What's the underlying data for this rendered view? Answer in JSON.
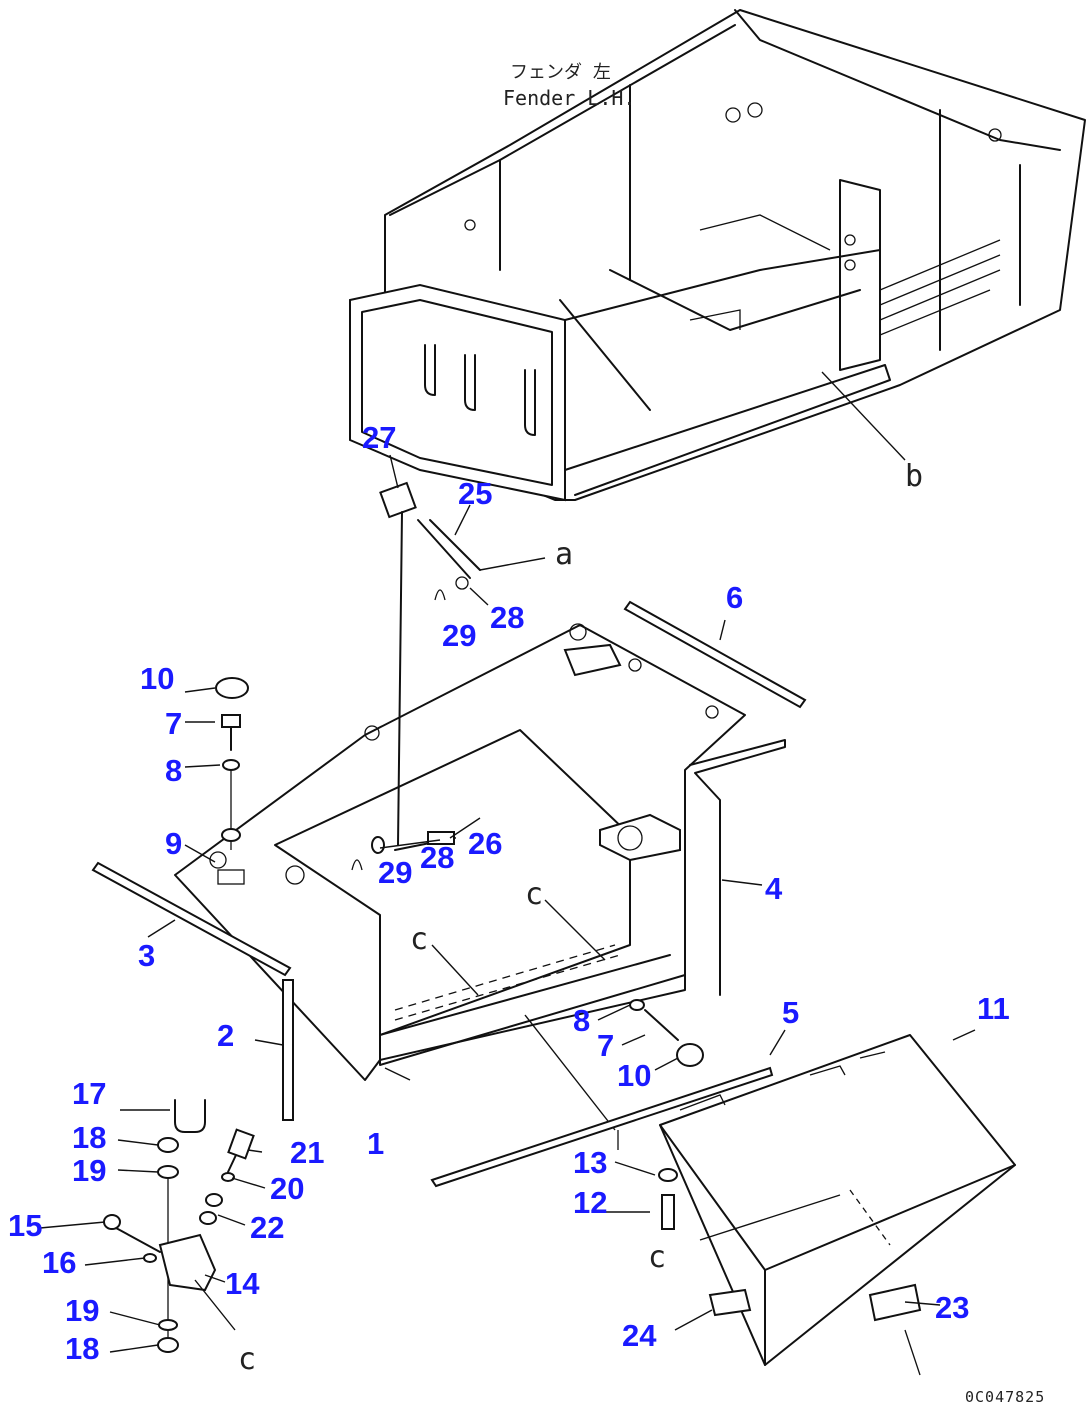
{
  "header": {
    "note_jp": "フェンダ 左",
    "note_en": "Fender L.H."
  },
  "view_refs": [
    "a",
    "b",
    "c",
    "c",
    "c",
    "c"
  ],
  "drawing_number": "0C047825",
  "part_labels": [
    "1",
    "2",
    "3",
    "4",
    "5",
    "6",
    "7",
    "8",
    "9",
    "10",
    "7",
    "8",
    "10",
    "11",
    "12",
    "13",
    "14",
    "15",
    "16",
    "17",
    "18",
    "19",
    "19",
    "18",
    "20",
    "21",
    "22",
    "23",
    "24",
    "25",
    "26",
    "27",
    "28",
    "29",
    "28",
    "29"
  ]
}
